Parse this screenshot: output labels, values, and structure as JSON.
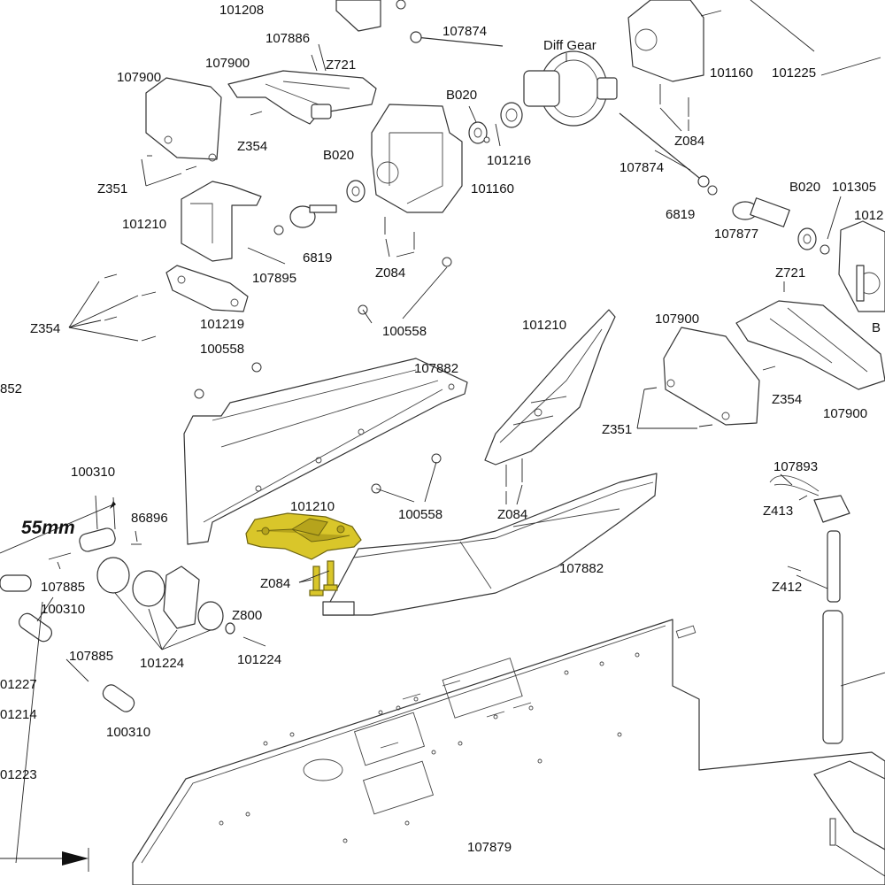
{
  "accent_color": "#d9c62a",
  "labels": {
    "l_101208": "101208",
    "l_107874a": "107874",
    "l_107886": "107886",
    "l_z721a": "Z721",
    "l_107900a": "107900",
    "l_107900b": "107900",
    "l_diffgear": "Diff Gear",
    "l_101160a": "101160",
    "l_101225": "101225",
    "l_z354a": "Z354",
    "l_b020a": "B020",
    "l_b020b": "B020",
    "l_101216": "101216",
    "l_101160b": "101160",
    "l_z084a": "Z084",
    "l_107874b": "107874",
    "l_z351a": "Z351",
    "l_101210a": "101210",
    "l_6819a": "6819",
    "l_6819b": "6819",
    "l_107877": "107877",
    "l_b020c": "B020",
    "l_101305": "101305",
    "l_1012x": "1012",
    "l_z084b": "Z084",
    "l_107895": "107895",
    "l_z721b": "Z721",
    "l_101219": "101219",
    "l_z354b": "Z354",
    "l_100558a": "100558",
    "l_101210b": "101210",
    "l_107900c": "107900",
    "l_bx": "B",
    "l_100558b": "100558",
    "l_107882a": "107882",
    "l_852": "852",
    "l_z354c": "Z354",
    "l_107900d": "107900",
    "l_z351b": "Z351",
    "l_100310a": "100310",
    "l_107893": "107893",
    "l_101210c": "101210",
    "l_100558c": "100558",
    "l_z084c": "Z084",
    "l_z413": "Z413",
    "l_86896": "86896",
    "l_55mm": "55mm",
    "l_z084d": "Z084",
    "l_107882b": "107882",
    "l_z412": "Z412",
    "l_107885a": "107885",
    "l_100310b": "100310",
    "l_z800": "Z800",
    "l_101224a": "101224",
    "l_101224b": "101224",
    "l_107885b": "107885",
    "l_101227": "01227",
    "l_101214": "01214",
    "l_100310c": "100310",
    "l_101223": "01223",
    "l_107879": "107879"
  }
}
